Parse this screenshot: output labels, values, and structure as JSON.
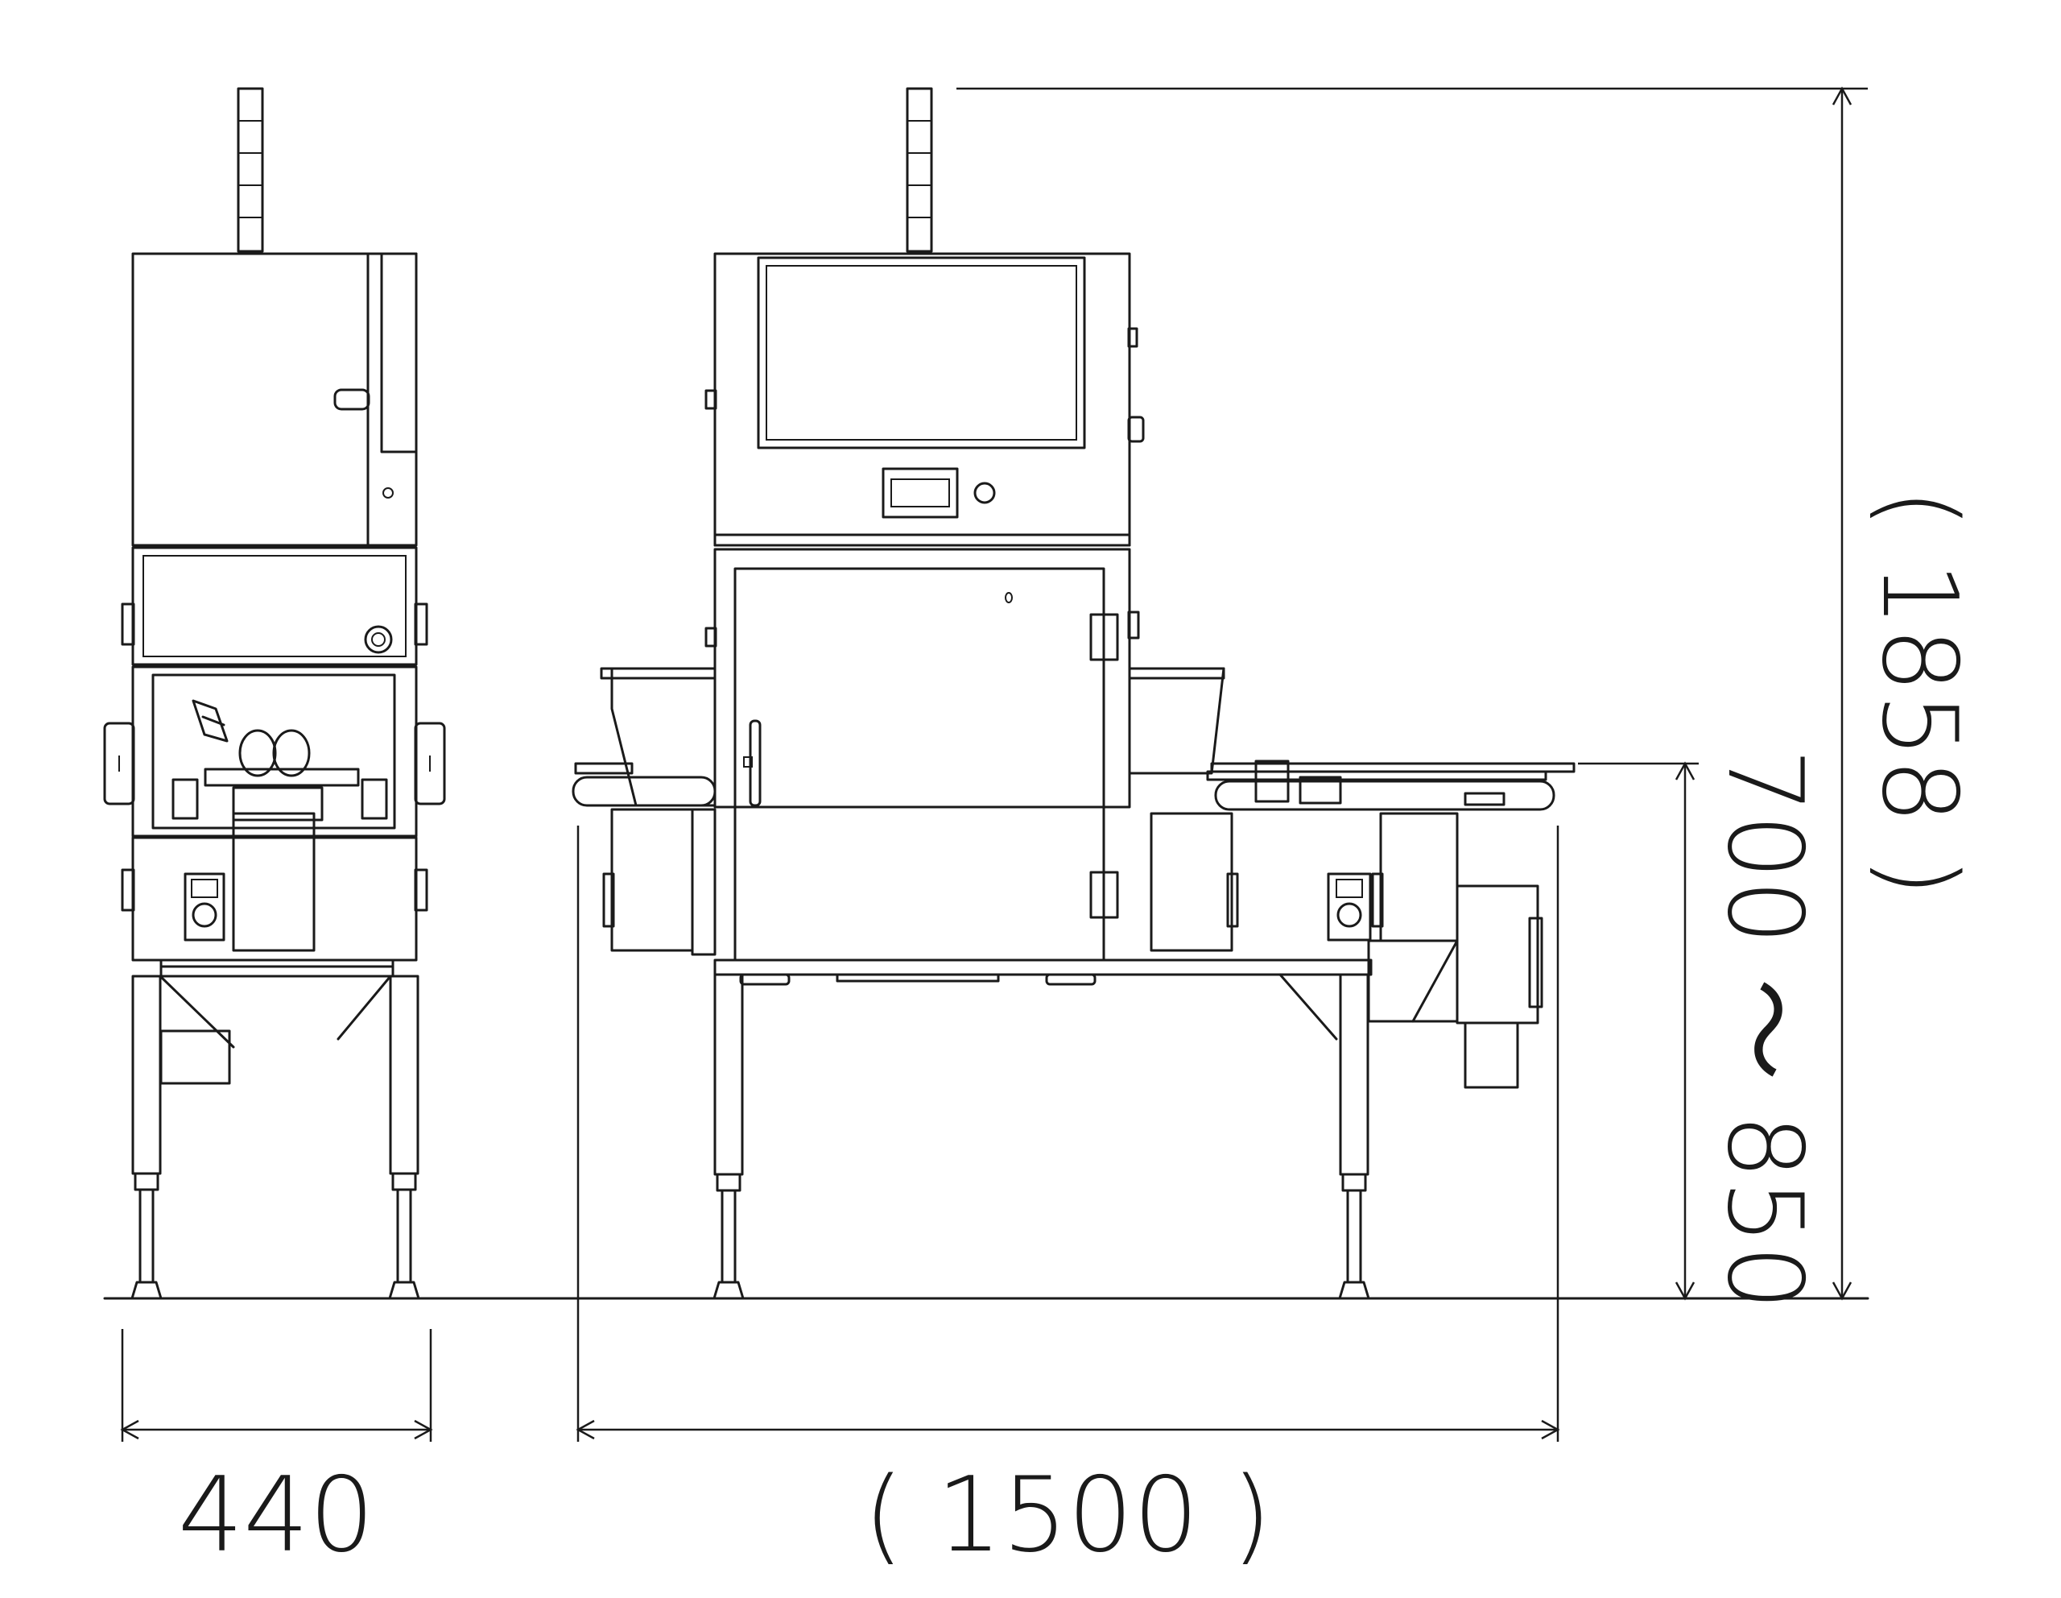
{
  "drawing": {
    "views": [
      "side-view",
      "front-view"
    ],
    "dimensions": {
      "width_side": "440",
      "length_total": "( 1500 )",
      "conveyor_height": "700 ～ 850",
      "overall_height": "( 1858 )"
    }
  }
}
